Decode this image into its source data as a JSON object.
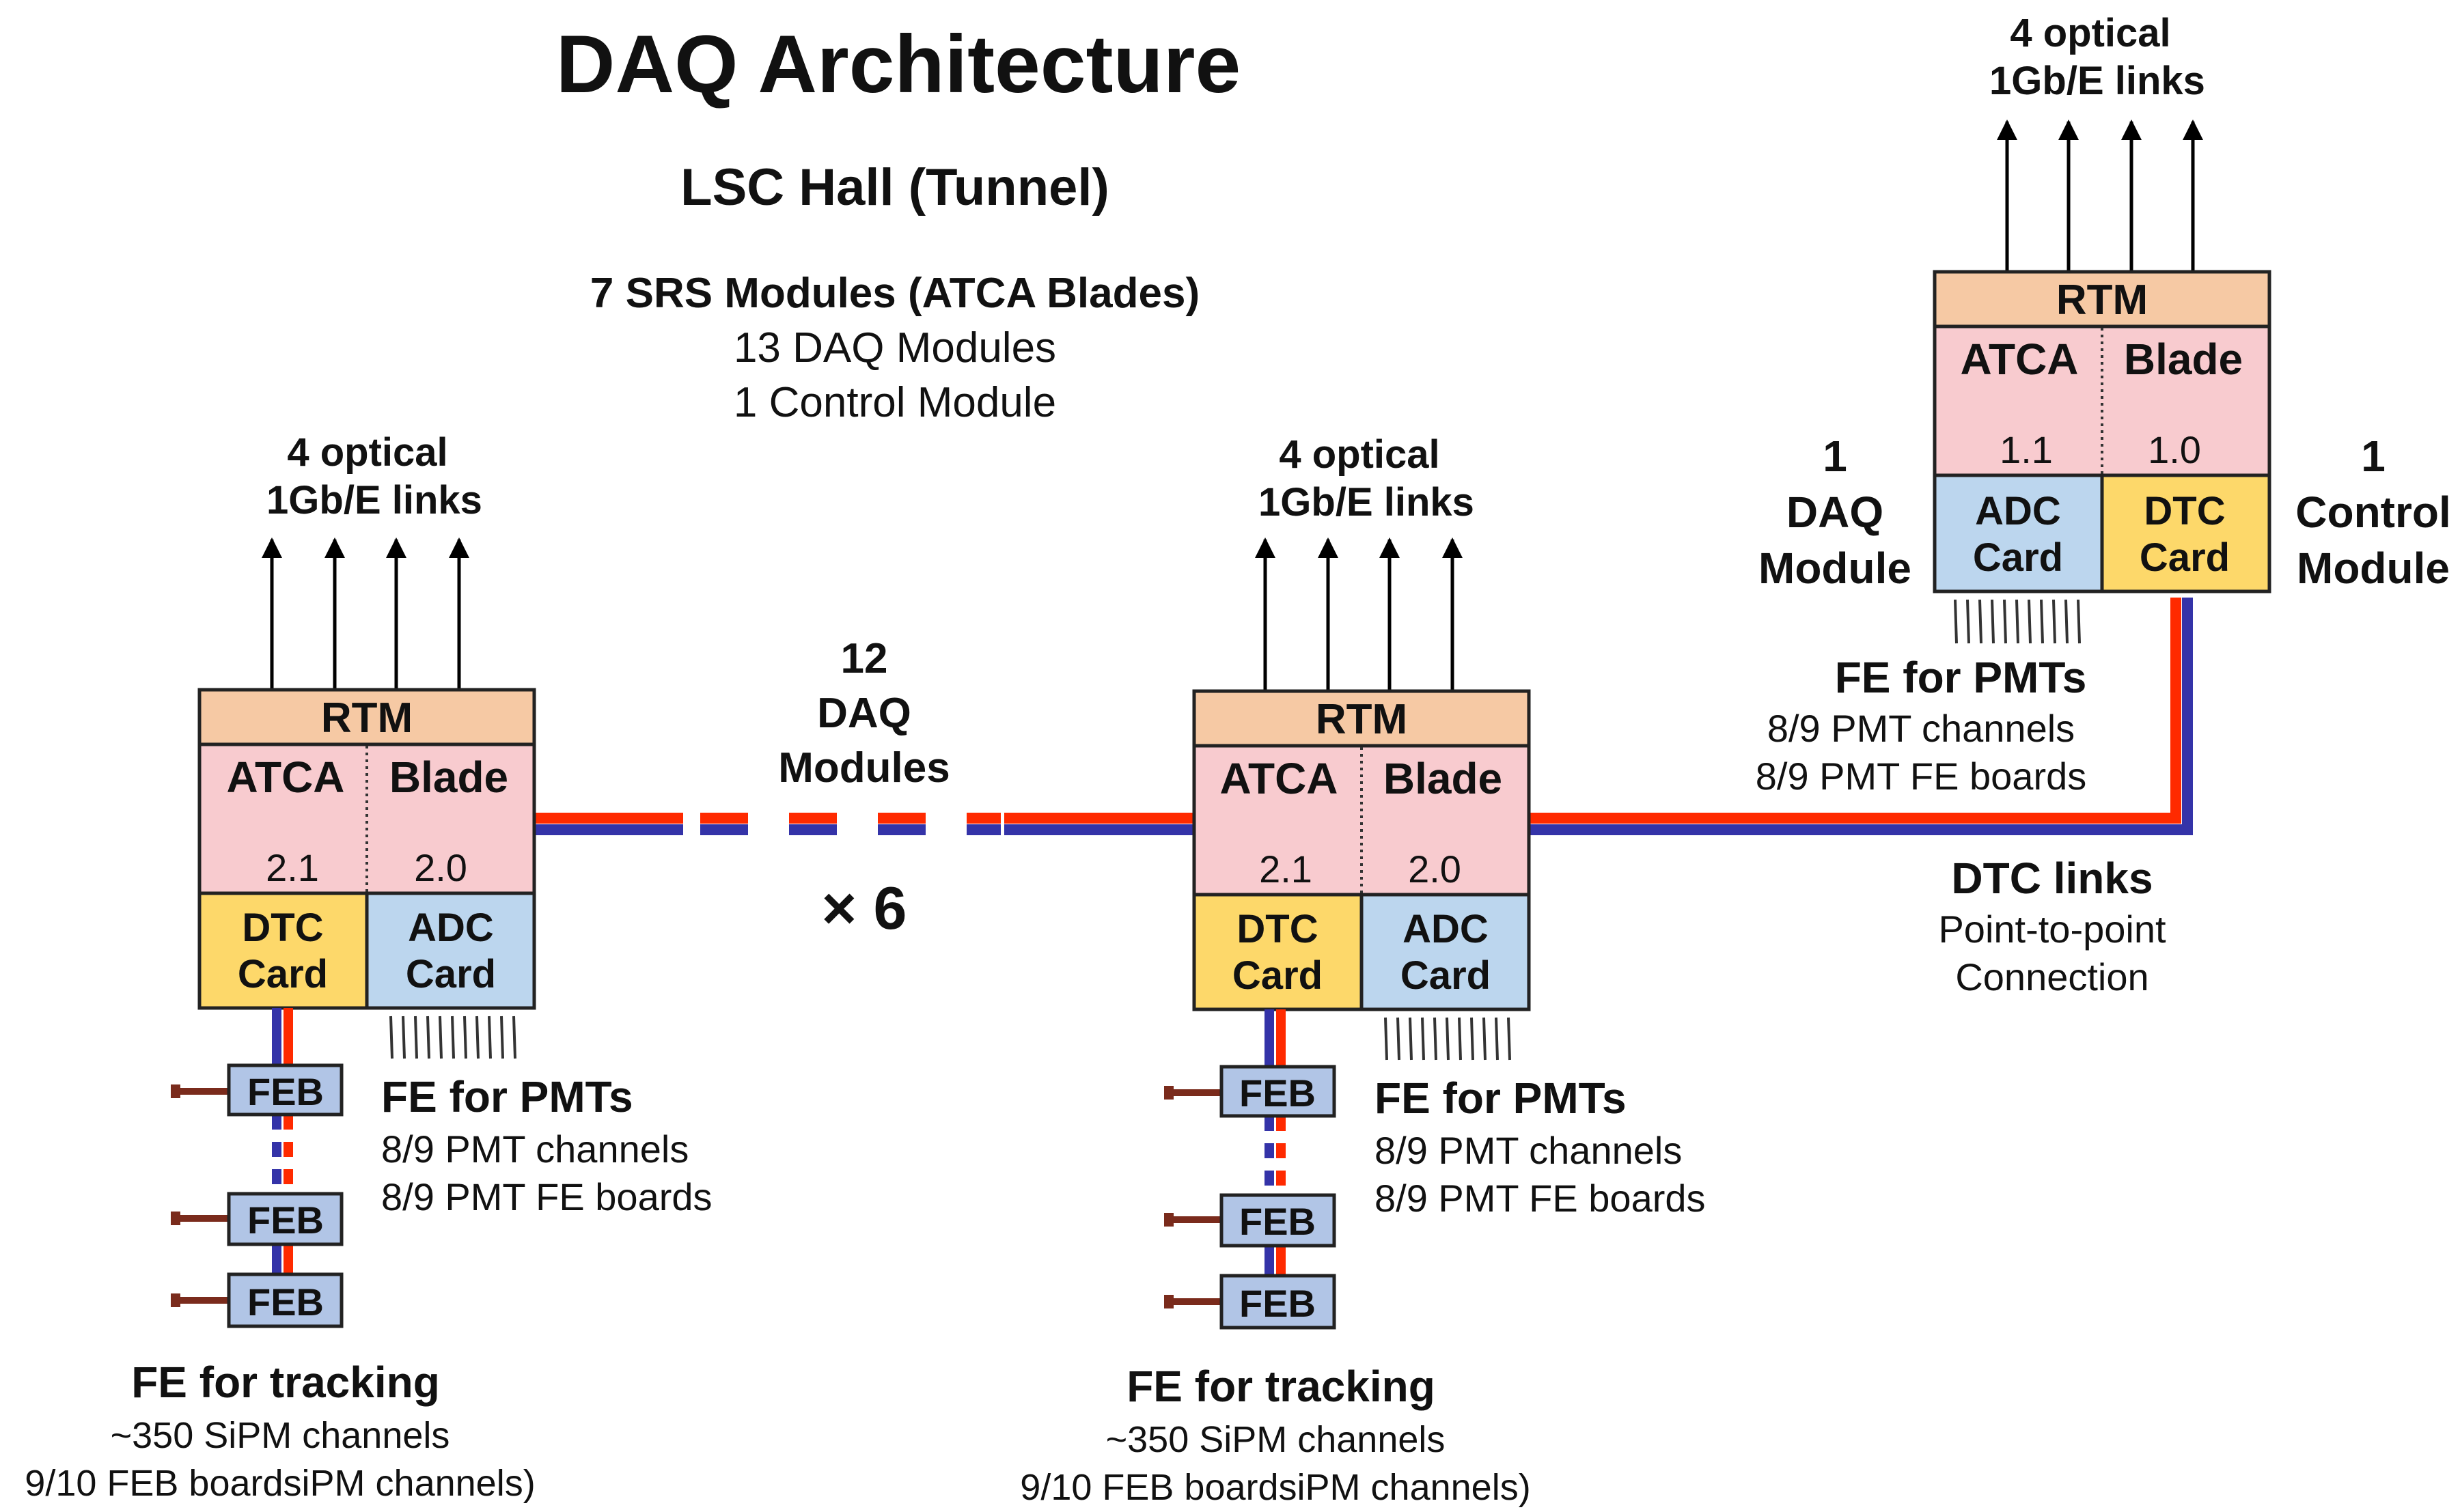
{
  "header": {
    "title": "DAQ Architecture",
    "subtitle": "LSC Hall (Tunnel)",
    "summary_line1": "7 SRS Modules (ATCA Blades)",
    "summary_line2": "13 DAQ Modules",
    "summary_line3": "1 Control Module"
  },
  "middle": {
    "count_line1": "12",
    "count_line2": "DAQ",
    "count_line3": "Modules",
    "multiplier": "× 6"
  },
  "links": {
    "optical_line1": "4 optical",
    "optical_line2": "1Gb/E links"
  },
  "blade": {
    "rtm": "RTM",
    "atca": "ATCA",
    "blade": "Blade",
    "dtc_line1": "DTC",
    "dtc_line2": "Card",
    "adc_line1": "ADC",
    "adc_line2": "Card",
    "feb": "FEB"
  },
  "daq_blades": {
    "version_left": "2.1",
    "version_right": "2.0"
  },
  "control_blade": {
    "version_left": "1.1",
    "version_right": "1.0"
  },
  "fe_pmts": {
    "title": "FE for PMTs",
    "line1": "8/9 PMT channels",
    "line2": "8/9 PMT FE boards"
  },
  "fe_tracking": {
    "title": "FE for tracking",
    "line1": "~350 SiPM channels",
    "line2": "9/10 FEB boardsiPM channels)"
  },
  "top_right": {
    "daq_line1": "1",
    "daq_line2": "DAQ",
    "daq_line3": "Module",
    "control_line1": "1",
    "control_line2": "Control",
    "control_line3": "Module",
    "dtc_links_title": "DTC links",
    "dtc_links_line1": "Point-to-point",
    "dtc_links_line2": "Connection"
  },
  "colors": {
    "rtm": "#f6c9a4",
    "atca": "#f8cbcf",
    "dtc_card": "#fdd86a",
    "adc_card": "#bcd6ee",
    "feb": "#b1c5e6",
    "link_red": "#ff2a00",
    "link_blue": "#3433a8",
    "connector": "#7a2b1c"
  }
}
